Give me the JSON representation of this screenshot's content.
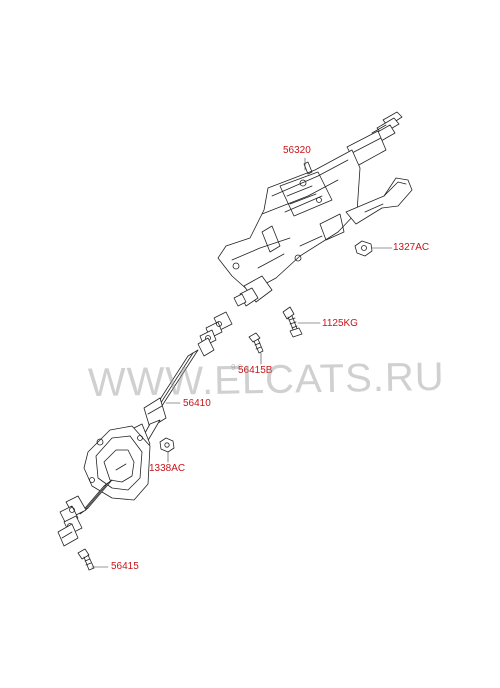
{
  "watermark": "WWW.ELCATS.RU",
  "faint_mark": "9 0",
  "colors": {
    "label": "#c8141a",
    "line": "#222222",
    "watermark": "#969696"
  },
  "parts": {
    "p56320": "56320",
    "p1327AC": "1327AC",
    "p1125KG": "1125KG",
    "p56415B": "56415B",
    "p56410": "56410",
    "p1338AC": "1338AC",
    "p56415": "56415"
  }
}
